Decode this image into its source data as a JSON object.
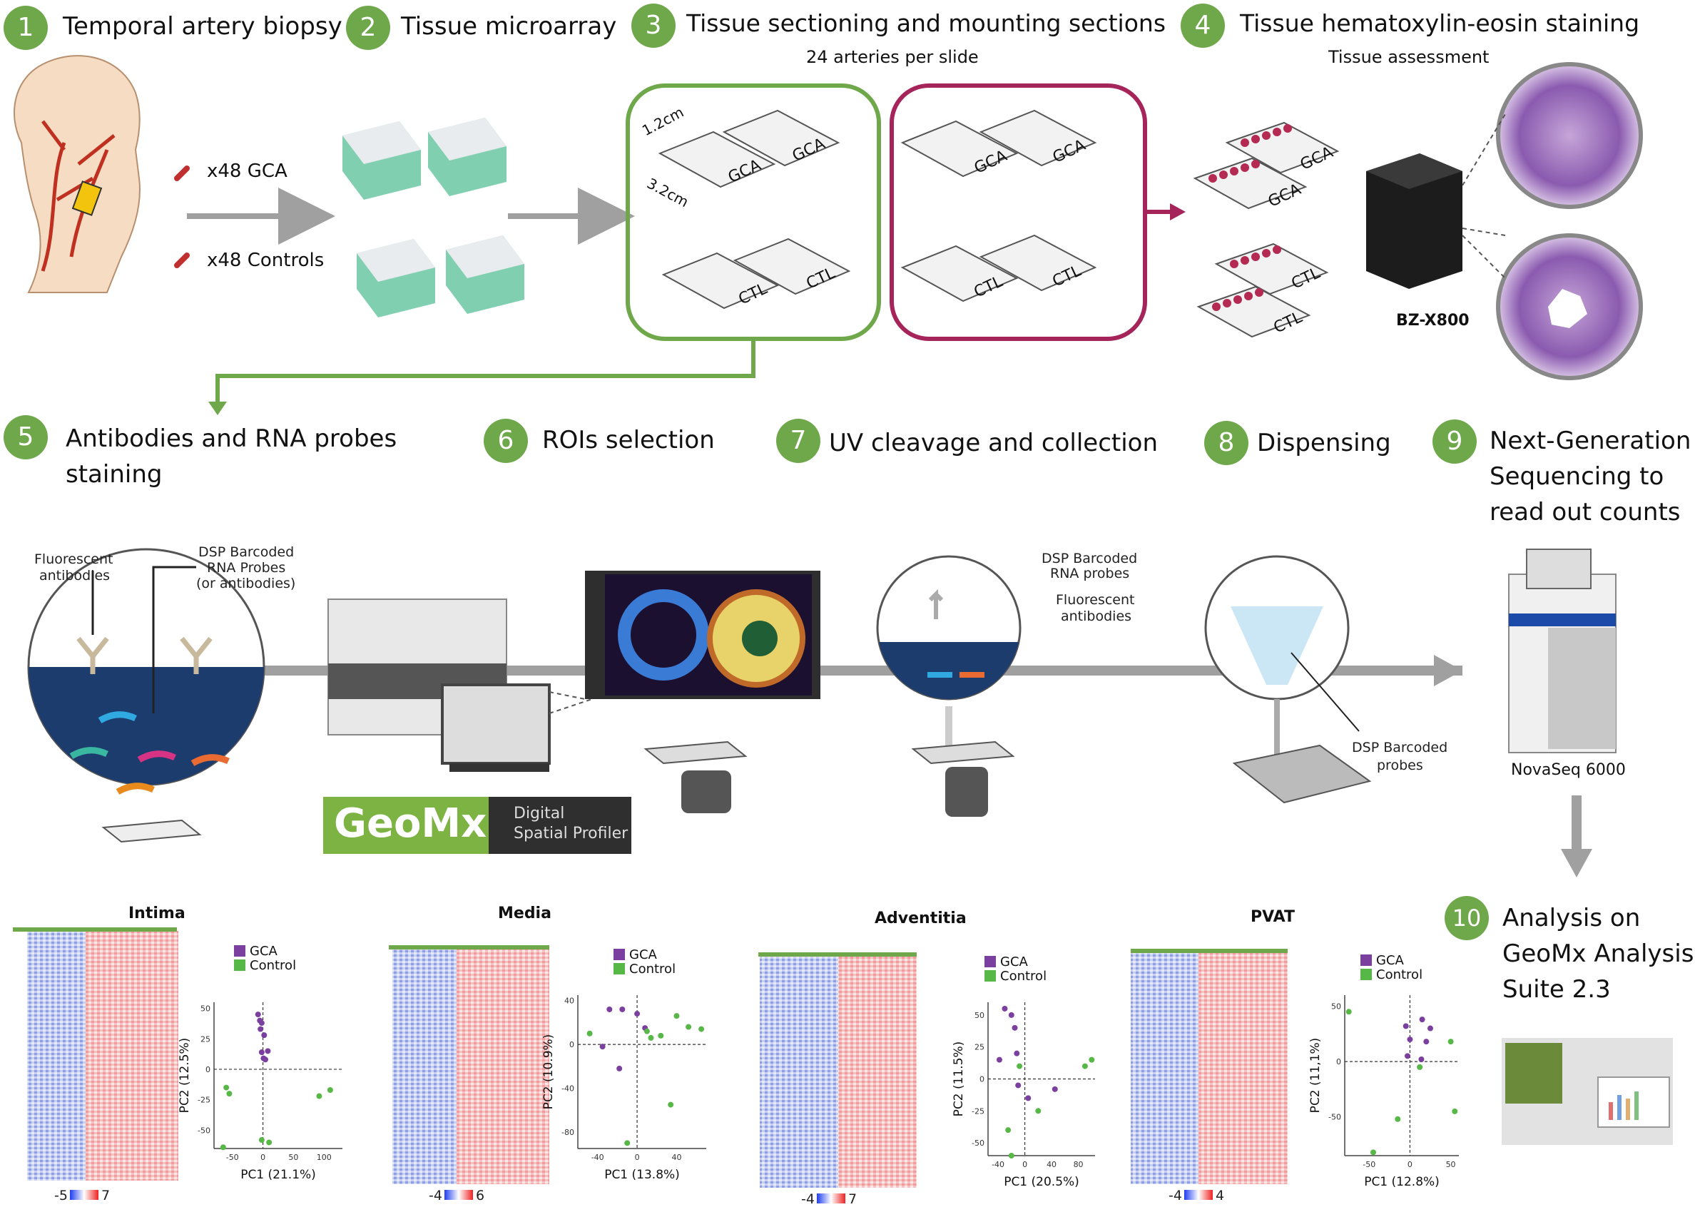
{
  "steps": [
    {
      "num": "1",
      "title": "Temporal artery biopsy"
    },
    {
      "num": "2",
      "title": "Tissue microarray"
    },
    {
      "num": "3",
      "title": "Tissue sectioning and mounting sections",
      "subtitle": "24 arteries per slide"
    },
    {
      "num": "4",
      "title": "Tissue hematoxylin-eosin staining",
      "subtitle": "Tissue assessment"
    },
    {
      "num": "5",
      "title_line1": "Antibodies and RNA probes",
      "title_line2": "staining"
    },
    {
      "num": "6",
      "title": "ROIs selection"
    },
    {
      "num": "7",
      "title": "UV cleavage and collection"
    },
    {
      "num": "8",
      "title": "Dispensing"
    },
    {
      "num": "9",
      "title_line1": "Next-Generation",
      "title_line2": "Sequencing to",
      "title_line3": "read out counts"
    },
    {
      "num": "10",
      "title_line1": "Analysis on",
      "title_line2": "GeoMx Analysis",
      "title_line3": "Suite 2.3"
    }
  ],
  "biopsy": {
    "gca_count": "x48  GCA",
    "control_count": "x48  Controls"
  },
  "slides": {
    "dim_width": "1.2cm",
    "dim_length": "3.2cm",
    "label_gca": "GCA",
    "label_ctl": "CTL"
  },
  "he": {
    "scanner": "BZ-X800"
  },
  "staining": {
    "fluor_label_1": "Fluorescent",
    "fluor_label_2": "antibodies",
    "probe_label_1": "DSP Barcoded",
    "probe_label_2": "RNA Probes",
    "probe_label_3": "(or antibodies)"
  },
  "geomx": {
    "brand": "GeoMx",
    "tag_1": "Digital",
    "tag_2": "Spatial Profiler"
  },
  "uv": {
    "probe_label_1": "DSP Barcoded",
    "probe_label_2": "RNA probes",
    "fluor_label_1": "Fluorescent",
    "fluor_label_2": "antibodies"
  },
  "dispense": {
    "label_1": "DSP Barcoded",
    "label_2": "probes"
  },
  "sequencer": {
    "name": "NovaSeq 6000"
  },
  "legend": {
    "gca": "GCA",
    "control": "Control"
  },
  "colors": {
    "green": "#6fa84b",
    "magenta": "#a5245a",
    "gca": "#7b3fa0",
    "control": "#58b847",
    "arrow": "#a0a0a0",
    "navy": "#1d3c6e"
  },
  "panels": [
    {
      "name": "Intima",
      "scale_min": "-5",
      "scale_max": "7",
      "xlabel": "PC1 (21.1%)",
      "ylabel": "PC2 (12.5%)",
      "xticks": [
        "-50",
        "0",
        "50",
        "100"
      ],
      "yticks": [
        "50",
        "25",
        "0",
        "-25",
        "-50"
      ],
      "xlim": [
        -80,
        130
      ],
      "ylim": [
        -65,
        55
      ],
      "gca_points": [
        [
          -8,
          45
        ],
        [
          -5,
          40
        ],
        [
          -2,
          38
        ],
        [
          -4,
          33
        ],
        [
          2,
          28
        ],
        [
          8,
          15
        ],
        [
          -2,
          14
        ],
        [
          1,
          9
        ],
        [
          4,
          8
        ]
      ],
      "control_points": [
        [
          -60,
          -15
        ],
        [
          -55,
          -20
        ],
        [
          -65,
          -64
        ],
        [
          -2,
          -58
        ],
        [
          10,
          -60
        ],
        [
          92,
          -22
        ],
        [
          110,
          -17
        ]
      ]
    },
    {
      "name": "Media",
      "scale_min": "-4",
      "scale_max": "6",
      "xlabel": "PC1 (13.8%)",
      "ylabel": "PC2 (10.9%)",
      "xticks": [
        "-40",
        "0",
        "40"
      ],
      "yticks": [
        "40",
        "0",
        "-40",
        "-80"
      ],
      "xlim": [
        -60,
        70
      ],
      "ylim": [
        -95,
        45
      ],
      "gca_points": [
        [
          -28,
          32
        ],
        [
          -15,
          32
        ],
        [
          -35,
          -2
        ],
        [
          0,
          28
        ],
        [
          8,
          15
        ],
        [
          -18,
          -22
        ]
      ],
      "control_points": [
        [
          -48,
          10
        ],
        [
          14,
          6
        ],
        [
          24,
          8
        ],
        [
          40,
          26
        ],
        [
          52,
          16
        ],
        [
          65,
          14
        ],
        [
          10,
          12
        ],
        [
          34,
          -55
        ],
        [
          -10,
          -90
        ]
      ]
    },
    {
      "name": "Adventitia",
      "scale_min": "-4",
      "scale_max": "7",
      "xlabel": "PC1 (20.5%)",
      "ylabel": "PC2 (11.5%)",
      "xticks": [
        "-40",
        "0",
        "40",
        "80"
      ],
      "yticks": [
        "50",
        "25",
        "0",
        "-25",
        "-50"
      ],
      "xlim": [
        -55,
        105
      ],
      "ylim": [
        -60,
        60
      ],
      "gca_points": [
        [
          -30,
          55
        ],
        [
          -20,
          50
        ],
        [
          -15,
          40
        ],
        [
          -12,
          20
        ],
        [
          -38,
          15
        ],
        [
          -10,
          -5
        ],
        [
          5,
          -15
        ],
        [
          45,
          -8
        ]
      ],
      "control_points": [
        [
          -8,
          10
        ],
        [
          90,
          10
        ],
        [
          100,
          15
        ],
        [
          20,
          -25
        ],
        [
          -25,
          -40
        ],
        [
          -20,
          -60
        ]
      ]
    },
    {
      "name": "PVAT",
      "scale_min": "-4",
      "scale_max": "4",
      "xlabel": "PC1 (12.8%)",
      "ylabel": "PC2 (11,1%)",
      "xticks": [
        "-50",
        "0",
        "50"
      ],
      "yticks": [
        "50",
        "0",
        "-50"
      ],
      "xlim": [
        -80,
        60
      ],
      "ylim": [
        -85,
        60
      ],
      "gca_points": [
        [
          -5,
          32
        ],
        [
          15,
          38
        ],
        [
          20,
          18
        ],
        [
          25,
          30
        ],
        [
          0,
          20
        ],
        [
          -3,
          5
        ],
        [
          14,
          2
        ]
      ],
      "control_points": [
        [
          -75,
          45
        ],
        [
          50,
          18
        ],
        [
          12,
          -5
        ],
        [
          -15,
          -52
        ],
        [
          55,
          -45
        ],
        [
          -45,
          -82
        ]
      ]
    }
  ]
}
